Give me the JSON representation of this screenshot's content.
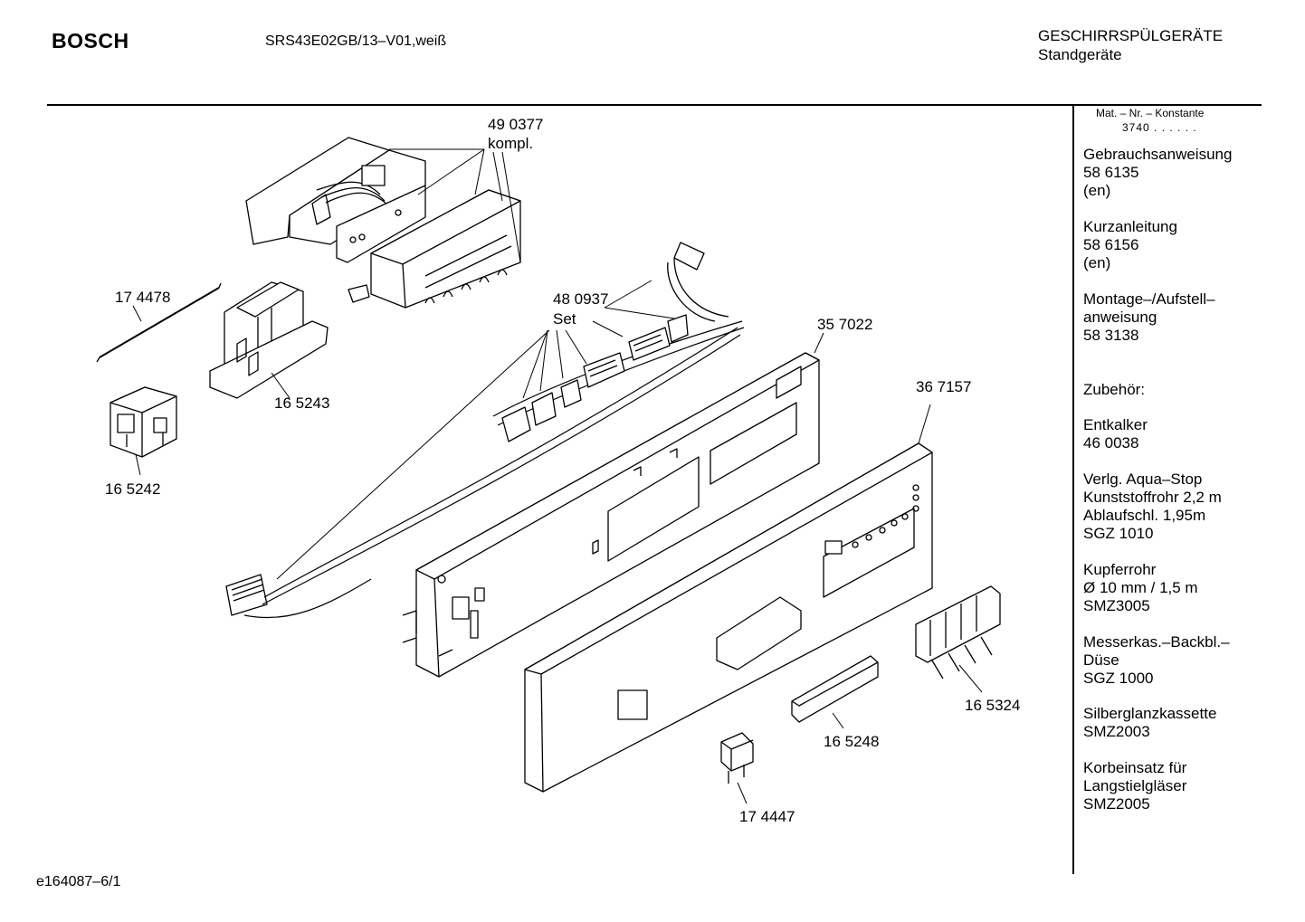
{
  "header": {
    "brand": "BOSCH",
    "model": "SRS43E02GB/13–V01,weiß",
    "category_line1": "GESCHIRRSPÜLGERÄTE",
    "category_line2": "Standgeräte"
  },
  "sidebar": {
    "konstante_label": "Mat. – Nr. – Konstante",
    "konstante_value": "3740 . . . . . .",
    "items": [
      {
        "title": "Gebrauchsanweisung",
        "line2": "58 6135",
        "line3": "(en)"
      },
      {
        "title": "Kurzanleitung",
        "line2": "58 6156",
        "line3": "(en)"
      },
      {
        "title": "Montage–/Aufstell–",
        "line2": "anweisung",
        "line3": "58 3138"
      },
      {
        "title": "Zubehör:"
      },
      {
        "title": "Entkalker",
        "line2": "46 0038"
      },
      {
        "title": "Verlg. Aqua–Stop",
        "line2": "Kunststoffrohr 2,2 m",
        "line3": "Ablaufschl. 1,95m",
        "line4": "SGZ 1010"
      },
      {
        "title": "Kupferrohr",
        "line2": "Ø 10 mm / 1,5 m",
        "line3": "SMZ3005"
      },
      {
        "title": "Messerkas.–Backbl.–",
        "line2": "Düse",
        "line3": "SGZ 1000"
      },
      {
        "title": "Silberglanzkassette",
        "line2": "SMZ2003"
      },
      {
        "title": "Korbeinsatz für",
        "line2": "Langstielgläser",
        "line3": "SMZ2005"
      }
    ]
  },
  "callouts": {
    "c490377": "49 0377",
    "c490377b": "kompl.",
    "c174478": "17 4478",
    "c480937": "48 0937",
    "c480937b": "Set",
    "c357022": "35 7022",
    "c165243": "16 5243",
    "c367157": "36 7157",
    "c165242": "16 5242",
    "c165324": "16 5324",
    "c165248": "16 5248",
    "c174447": "17 4447"
  },
  "footer": {
    "code": "e164087–6/1"
  }
}
